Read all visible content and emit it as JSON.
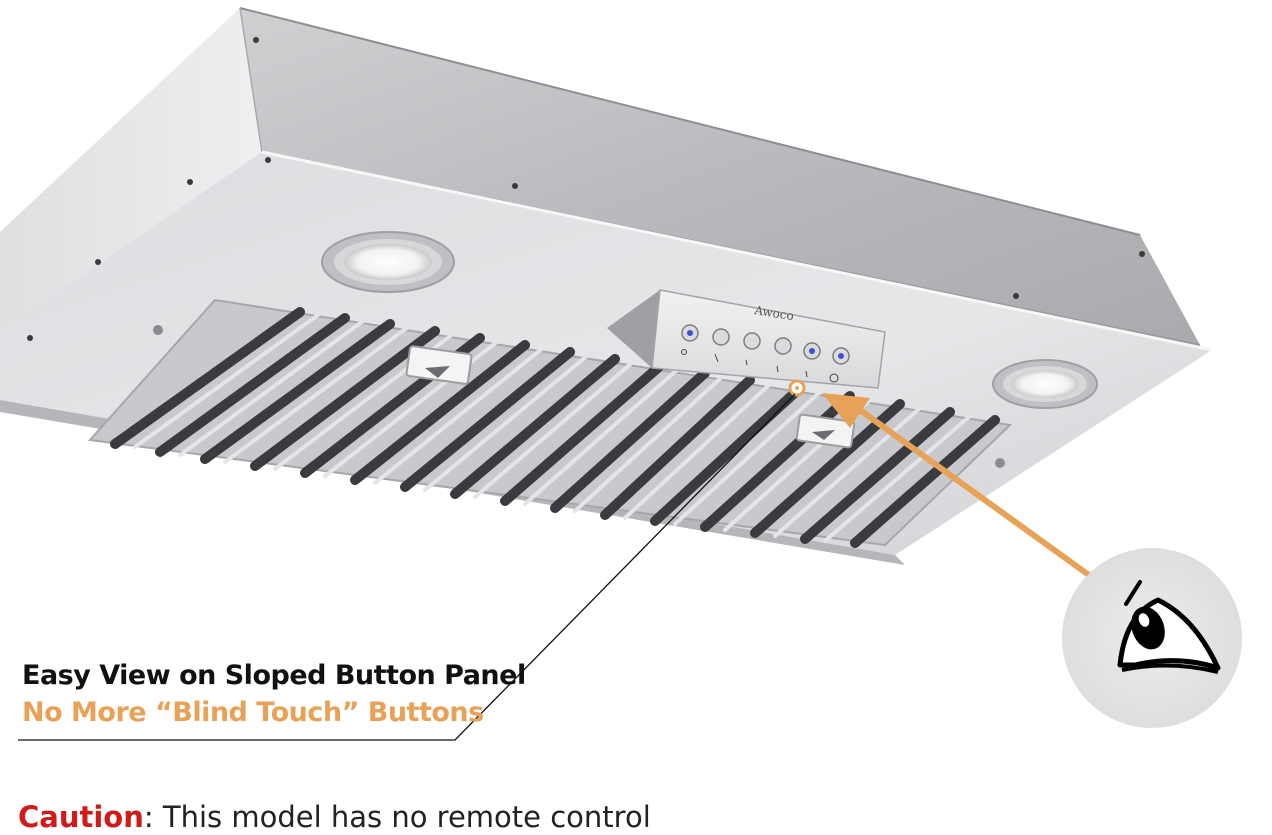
{
  "brand": "Awoco",
  "headline": "Easy View on Sloped Button Panel",
  "subline": "No More “Blind Touch” Buttons",
  "caution": {
    "label": "Caution",
    "text": ": This model has no remote control"
  },
  "colors": {
    "accent": "#e8a257",
    "caution": "#d11a1a",
    "led": "#3b4fd6"
  },
  "icons": [
    "eye-icon"
  ]
}
